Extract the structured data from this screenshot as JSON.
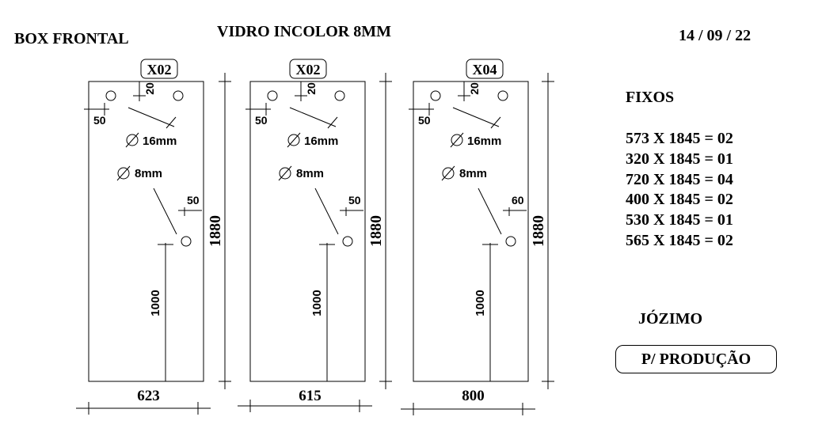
{
  "header": {
    "title_left": "BOX FRONTAL",
    "title_center": "VIDRO INCOLOR 8MM",
    "date": "14 / 09 / 22"
  },
  "panels": [
    {
      "qty": "X02",
      "width": "623",
      "height": "1880",
      "hinge_offset": "20",
      "edge_offset": "50",
      "hole_large": "16mm",
      "hole_small": "8mm",
      "handle_offset": "50",
      "handle_height": "1000"
    },
    {
      "qty": "X02",
      "width": "615",
      "height": "1880",
      "hinge_offset": "20",
      "edge_offset": "50",
      "hole_large": "16mm",
      "hole_small": "8mm",
      "handle_offset": "50",
      "handle_height": "1000"
    },
    {
      "qty": "X04",
      "width": "800",
      "height": "1880",
      "hinge_offset": "20",
      "edge_offset": "50",
      "hole_large": "16mm",
      "hole_small": "8mm",
      "handle_offset": "60",
      "handle_height": "1000"
    }
  ],
  "fixos": {
    "title": "FIXOS",
    "items": [
      "573 X 1845 = 02",
      "320 X 1845 = 01",
      "720 X 1845 = 04",
      "400 X 1845 = 02",
      "530 X 1845 = 01",
      "565 X 1845 = 02"
    ]
  },
  "client": "JÓZIMO",
  "stamp": "P/ PRODUÇÃO"
}
